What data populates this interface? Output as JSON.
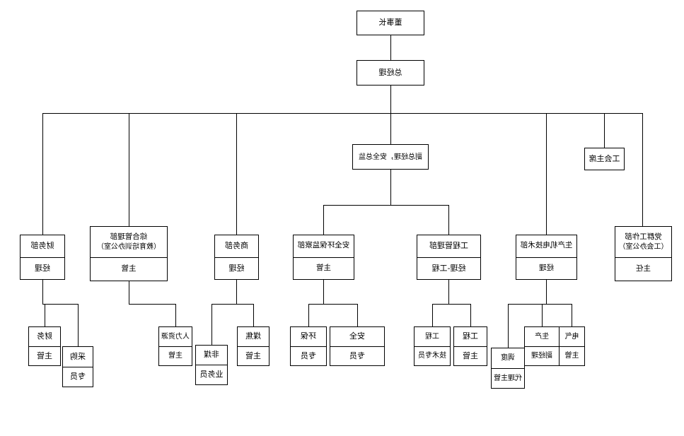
{
  "style": {
    "line_color": "#000000",
    "box_background": "#ffffff",
    "text_color": "#000000"
  },
  "chart": {
    "type": "org-chart",
    "nodes": {
      "chairman": {
        "label": "董事长"
      },
      "general_manager": {
        "label": "总经理"
      },
      "deputy_gm": {
        "label": "副总经理，安全总监"
      },
      "union_chairman": {
        "label": "工会主席"
      },
      "finance_dept": {
        "name": "财务部",
        "title": "经理"
      },
      "admin_dept": {
        "name_line1": "综合管理部",
        "name_line2": "（教育培训办公室）",
        "title": "主管"
      },
      "business_dept": {
        "name": "商务部",
        "title": "经理"
      },
      "safety_dept": {
        "name": "安全环保监察部",
        "title": "主管"
      },
      "engineering_dept": {
        "name": "工程管理部",
        "title": "经理-工程"
      },
      "production_dept": {
        "name": "生产机电技术部",
        "title": "经理"
      },
      "party_dept": {
        "name_line1": "党群工作部",
        "name_line2": "（工会办公室）",
        "title": "主任"
      },
      "finance_supervisor": {
        "name": "财务",
        "title": "主管"
      },
      "procurement_specialist": {
        "name": "采购",
        "title": "专员"
      },
      "hr_supervisor": {
        "name": "人力资源",
        "title": "主管"
      },
      "noncoal_salesperson": {
        "name": "非煤",
        "title": "业务员"
      },
      "coal_coke_supervisor": {
        "name": "煤焦",
        "title": "主管"
      },
      "environment_specialist": {
        "name": "环保",
        "title": "专员"
      },
      "safety_specialist": {
        "name": "安全",
        "title": "专员"
      },
      "engineering_tech_specialist": {
        "name": "工程",
        "title": "技术专员"
      },
      "engineering_supervisor": {
        "name": "工程",
        "title": "主管"
      },
      "dispatch_acting_supervisor": {
        "name": "调度",
        "title": "代理主管"
      },
      "production_deputy_manager": {
        "name": "生产",
        "title": "副经理"
      },
      "electrical_supervisor": {
        "name": "电气",
        "title": "主管"
      }
    },
    "edges": [
      {
        "from": "chairman",
        "to": "general_manager"
      },
      {
        "from": "general_manager",
        "to": "deputy_gm"
      },
      {
        "from": "general_manager",
        "to": "union_chairman"
      },
      {
        "from": "general_manager",
        "to": "finance_dept"
      },
      {
        "from": "general_manager",
        "to": "admin_dept"
      },
      {
        "from": "general_manager",
        "to": "business_dept"
      },
      {
        "from": "general_manager",
        "to": "production_dept"
      },
      {
        "from": "general_manager",
        "to": "party_dept"
      },
      {
        "from": "deputy_gm",
        "to": "safety_dept"
      },
      {
        "from": "deputy_gm",
        "to": "engineering_dept"
      },
      {
        "from": "finance_dept",
        "to": "finance_supervisor"
      },
      {
        "from": "finance_dept",
        "to": "procurement_specialist"
      },
      {
        "from": "admin_dept",
        "to": "hr_supervisor"
      },
      {
        "from": "business_dept",
        "to": "noncoal_salesperson"
      },
      {
        "from": "business_dept",
        "to": "coal_coke_supervisor"
      },
      {
        "from": "safety_dept",
        "to": "environment_specialist"
      },
      {
        "from": "safety_dept",
        "to": "safety_specialist"
      },
      {
        "from": "engineering_dept",
        "to": "engineering_tech_specialist"
      },
      {
        "from": "engineering_dept",
        "to": "engineering_supervisor"
      },
      {
        "from": "production_dept",
        "to": "dispatch_acting_supervisor"
      },
      {
        "from": "production_dept",
        "to": "production_deputy_manager"
      },
      {
        "from": "production_dept",
        "to": "electrical_supervisor"
      }
    ]
  }
}
